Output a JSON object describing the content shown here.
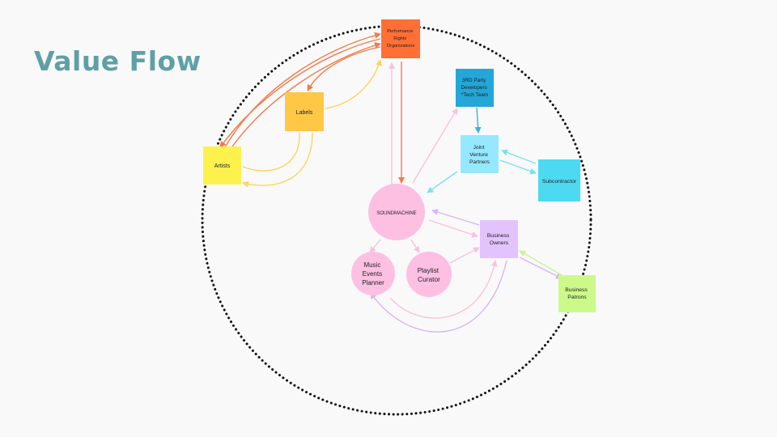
{
  "slide": {
    "title": "Value Flow"
  },
  "nodes": [
    {
      "id": "pro",
      "lines": [
        "Performance",
        "Rights",
        "Organizations"
      ],
      "color": "#ff6f36"
    },
    {
      "id": "labels",
      "lines": [
        "Labels"
      ],
      "color": "#fec745"
    },
    {
      "id": "artists",
      "lines": [
        "Artists"
      ],
      "color": "#fdf24c"
    },
    {
      "id": "devs",
      "lines": [
        "3RD Party",
        "Developers",
        "*Tech Team"
      ],
      "color": "#22a7d8"
    },
    {
      "id": "jvp",
      "lines": [
        "Joint",
        "Venture",
        "Partners"
      ],
      "color": "#95e8ff"
    },
    {
      "id": "sub",
      "lines": [
        "Subcontractor"
      ],
      "color": "#4dd9f2"
    },
    {
      "id": "soundmachine",
      "lines": [
        "SOUNDMACHINE"
      ],
      "color": "#fdc0e3"
    },
    {
      "id": "bizowners",
      "lines": [
        "Business",
        "Owners"
      ],
      "color": "#e3c3fd"
    },
    {
      "id": "mep",
      "lines": [
        "Music",
        "Events",
        "Planner"
      ],
      "color": "#fdc0e3"
    },
    {
      "id": "curator",
      "lines": [
        "Playlist",
        "Curator"
      ],
      "color": "#fdc0e3"
    },
    {
      "id": "patrons",
      "lines": [
        "Business",
        "Patrons"
      ],
      "color": "#cdf98a"
    }
  ],
  "colors": {
    "orange_arrow": "#f47a4a",
    "yellow_arrow": "#fdd45c",
    "blue_arrow": "#39b3d8",
    "cyan_arrow": "#7be0f3",
    "pink_arrow": "#fbc1dd",
    "purple_arrow": "#d9b4f7",
    "green_arrow": "#c8f39a",
    "dotted_circle": "#111111"
  }
}
